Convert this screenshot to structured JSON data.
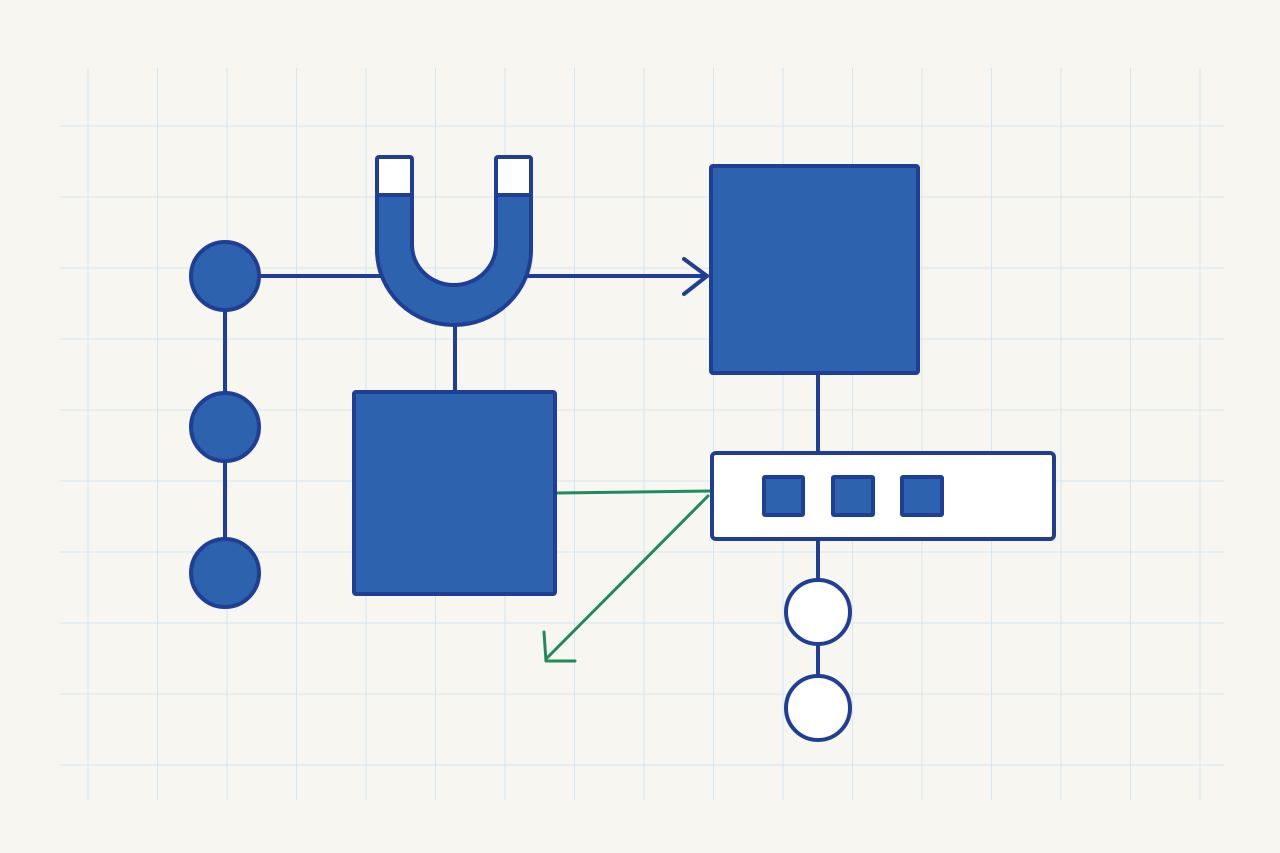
{
  "diagram": {
    "colors": {
      "background": "#f8f6f0",
      "grid": "#d6e6ee",
      "stroke": "#1f3f97",
      "fill": "#2c62ae",
      "accent": "#1f8a5a",
      "hollow": "#ffffff"
    },
    "nodes": [
      {
        "id": "left-circle-1",
        "shape": "circle",
        "style": "filled"
      },
      {
        "id": "left-circle-2",
        "shape": "circle",
        "style": "filled"
      },
      {
        "id": "left-circle-3",
        "shape": "circle",
        "style": "filled"
      },
      {
        "id": "magnet",
        "shape": "horseshoe-magnet",
        "style": "filled"
      },
      {
        "id": "center-square",
        "shape": "square",
        "style": "filled"
      },
      {
        "id": "right-square",
        "shape": "square",
        "style": "filled"
      },
      {
        "id": "bar",
        "shape": "rectangle",
        "style": "hollow",
        "slots": 3
      },
      {
        "id": "bottom-circle-1",
        "shape": "circle",
        "style": "hollow"
      },
      {
        "id": "bottom-circle-2",
        "shape": "circle",
        "style": "hollow"
      }
    ],
    "edges": [
      {
        "from": "left-circle-1",
        "to": "left-circle-2",
        "arrow": false,
        "color": "stroke"
      },
      {
        "from": "left-circle-2",
        "to": "left-circle-3",
        "arrow": false,
        "color": "stroke"
      },
      {
        "from": "left-circle-1",
        "to": "magnet",
        "arrow": false,
        "color": "stroke"
      },
      {
        "from": "magnet",
        "to": "right-square",
        "arrow": true,
        "color": "stroke"
      },
      {
        "from": "magnet",
        "to": "center-square",
        "arrow": false,
        "color": "stroke"
      },
      {
        "from": "right-square",
        "to": "bar",
        "arrow": false,
        "color": "stroke"
      },
      {
        "from": "center-square",
        "to": "bar",
        "arrow": false,
        "color": "accent"
      },
      {
        "from": "bar",
        "to": "open-end",
        "arrow": true,
        "color": "accent"
      },
      {
        "from": "bar",
        "to": "bottom-circle-1",
        "arrow": false,
        "color": "stroke"
      },
      {
        "from": "bottom-circle-1",
        "to": "bottom-circle-2",
        "arrow": false,
        "color": "stroke"
      }
    ]
  }
}
